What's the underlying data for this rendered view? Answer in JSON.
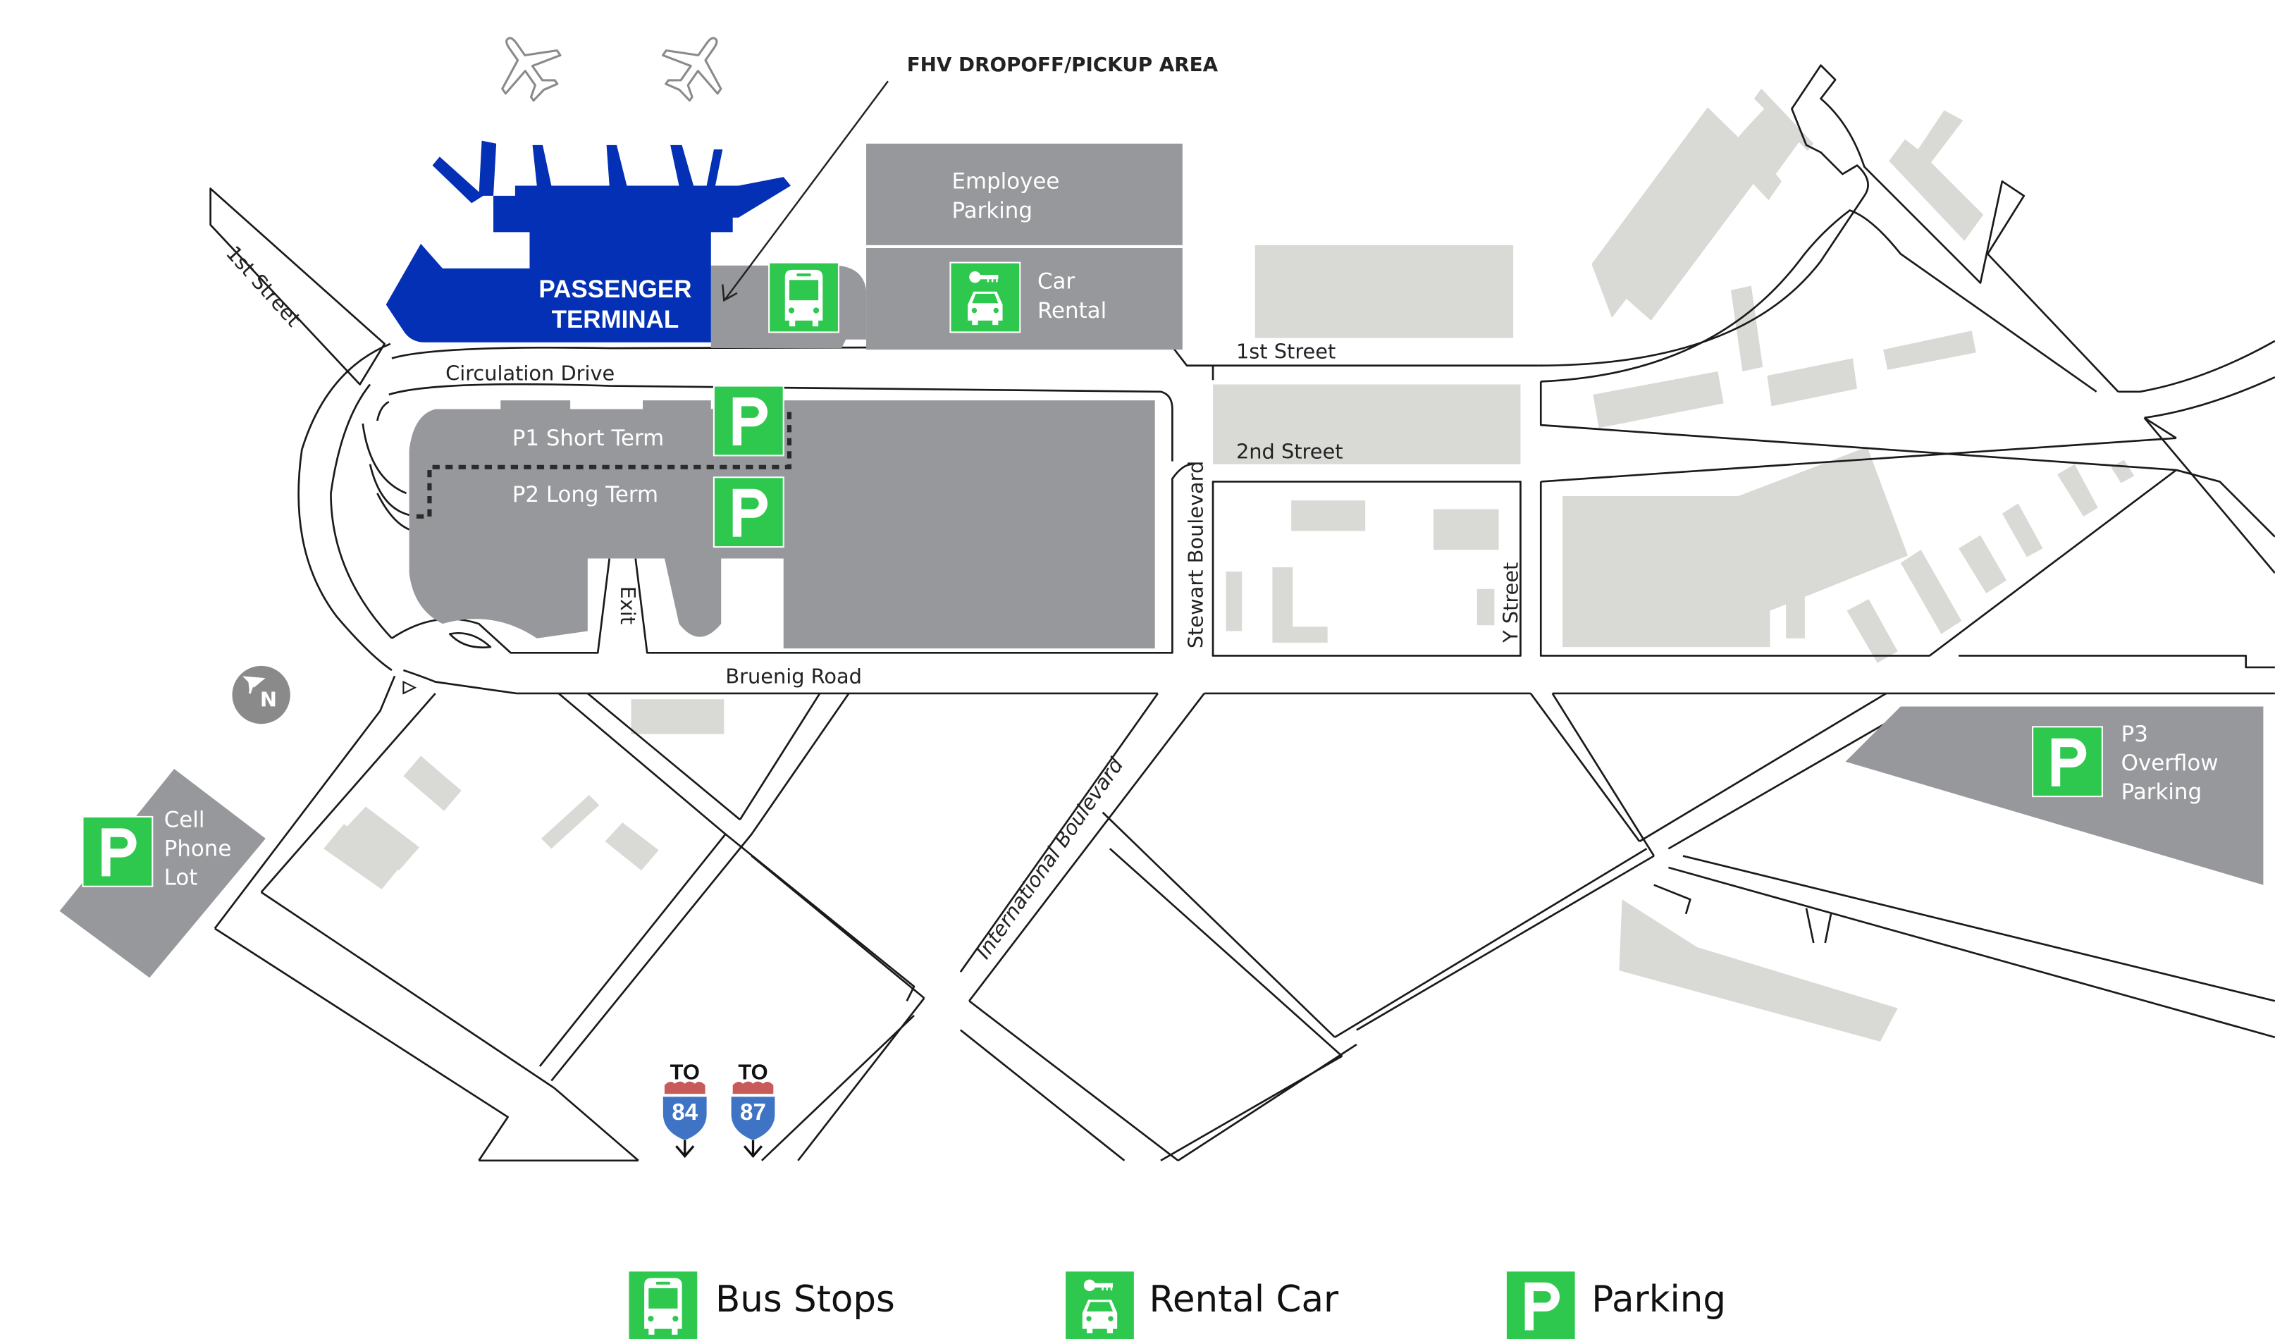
{
  "map": {
    "terminal": {
      "line1": "PASSENGER",
      "line2": "TERMINAL",
      "color": "#0330b5"
    },
    "fhv_label": "FHV DROPOFF/PICKUP AREA",
    "employee_parking": {
      "line1": "Employee",
      "line2": "Parking"
    },
    "car_rental": {
      "line1": "Car",
      "line2": "Rental"
    },
    "p1": "P1 Short Term",
    "p2": "P2 Long Term",
    "p3": {
      "line1": "P3",
      "line2": "Overflow",
      "line3": "Parking"
    },
    "cell_lot": {
      "line1": "Cell",
      "line2": "Phone",
      "line3": "Lot"
    },
    "exit_label": "Exit",
    "compass": "N",
    "streets": {
      "first_street_diag": "1st Street",
      "circulation_drive": "Circulation Drive",
      "first_street": "1st Street",
      "second_street": "2nd Street",
      "stewart_blvd": "Stewart Boulevard",
      "y_street": "Y Street",
      "bruenig_road": "Bruenig Road",
      "international_blvd": "International Boulevard"
    },
    "interstates": [
      {
        "prefix": "TO",
        "number": "84"
      },
      {
        "prefix": "TO",
        "number": "87"
      }
    ],
    "colors": {
      "icon_green": "#2ec84f",
      "lot_gray": "#97989b",
      "building_gray": "#d9d9d5",
      "shield_blue": "#3f74c4",
      "shield_red": "#c95a5a"
    }
  },
  "legend": {
    "items": [
      {
        "icon": "bus-icon",
        "label": "Bus Stops"
      },
      {
        "icon": "rental-car-icon",
        "label": "Rental Car"
      },
      {
        "icon": "parking-icon",
        "label": "Parking"
      }
    ]
  }
}
